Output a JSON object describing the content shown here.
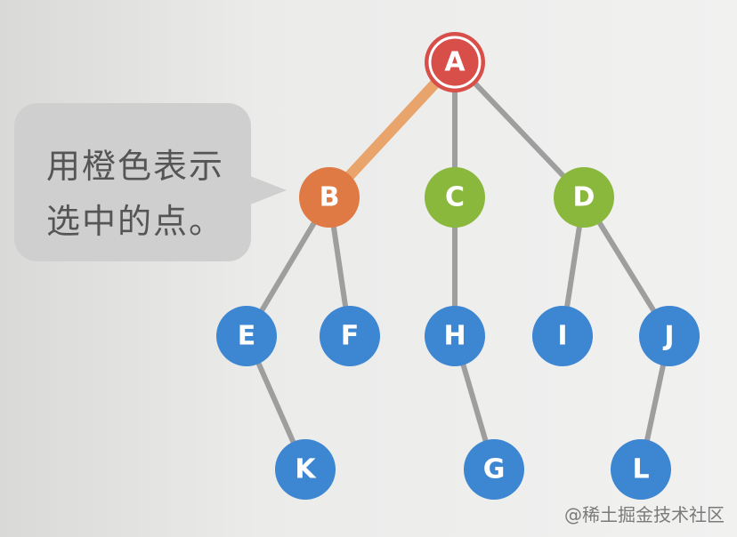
{
  "callout": {
    "line1": "用橙色表示",
    "line2": "选中的点。"
  },
  "watermark": "@稀土掘金技术社区",
  "colors": {
    "root": "#d84f4a",
    "selected": "#e07a45",
    "green": "#8ab83c",
    "blue": "#3d86d2",
    "edge": "#9e9e9e",
    "highlight_edge": "#e9a46c"
  },
  "nodes": [
    {
      "id": "A",
      "label": "A",
      "kind": "root"
    },
    {
      "id": "B",
      "label": "B",
      "kind": "selected"
    },
    {
      "id": "C",
      "label": "C",
      "kind": "green"
    },
    {
      "id": "D",
      "label": "D",
      "kind": "green"
    },
    {
      "id": "E",
      "label": "E",
      "kind": "blue"
    },
    {
      "id": "F",
      "label": "F",
      "kind": "blue"
    },
    {
      "id": "H",
      "label": "H",
      "kind": "blue"
    },
    {
      "id": "I",
      "label": "I",
      "kind": "blue"
    },
    {
      "id": "J",
      "label": "J",
      "kind": "blue"
    },
    {
      "id": "K",
      "label": "K",
      "kind": "blue"
    },
    {
      "id": "G",
      "label": "G",
      "kind": "blue"
    },
    {
      "id": "L",
      "label": "L",
      "kind": "blue"
    }
  ],
  "edges": [
    {
      "from": "A",
      "to": "B",
      "highlight": true
    },
    {
      "from": "A",
      "to": "C",
      "highlight": false
    },
    {
      "from": "A",
      "to": "D",
      "highlight": false
    },
    {
      "from": "B",
      "to": "E",
      "highlight": false
    },
    {
      "from": "B",
      "to": "F",
      "highlight": false
    },
    {
      "from": "C",
      "to": "H",
      "highlight": false
    },
    {
      "from": "D",
      "to": "I",
      "highlight": false
    },
    {
      "from": "D",
      "to": "J",
      "highlight": false
    },
    {
      "from": "E",
      "to": "K",
      "highlight": false
    },
    {
      "from": "H",
      "to": "G",
      "highlight": false
    },
    {
      "from": "J",
      "to": "L",
      "highlight": false
    }
  ]
}
